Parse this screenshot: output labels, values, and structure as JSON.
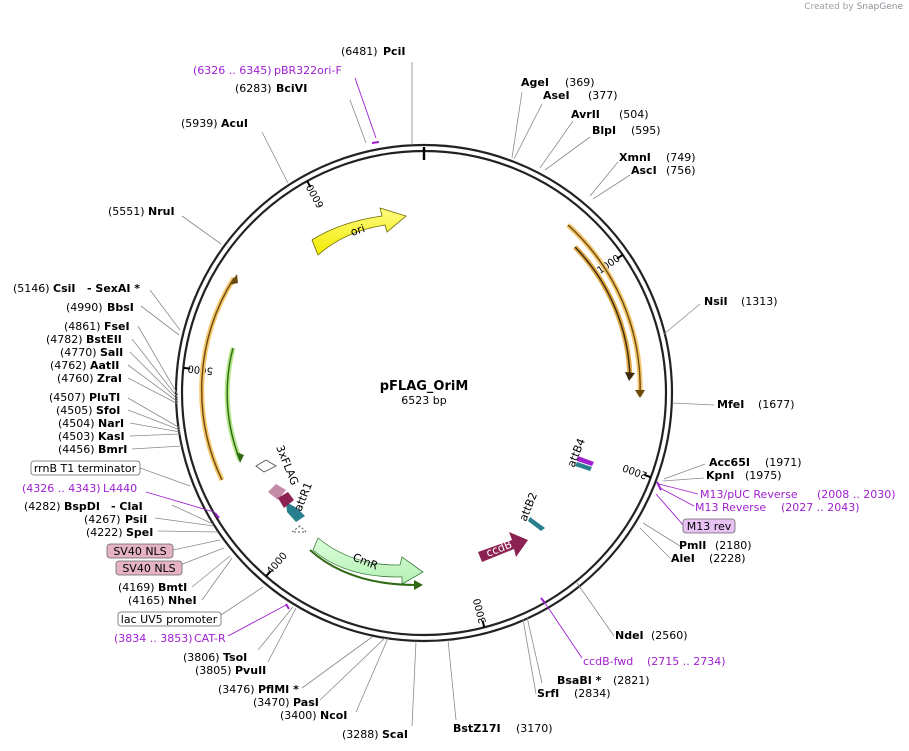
{
  "credit": {
    "prefix": "Created by",
    "brand": "SnapGene"
  },
  "plasmid": {
    "name": "pFLAG_OriM",
    "size_label": "6523 bp",
    "length": 6523
  },
  "ring_ticks": [
    {
      "label": "1000",
      "bp": 1000
    },
    {
      "label": "2000",
      "bp": 2000
    },
    {
      "label": "3000",
      "bp": 3000
    },
    {
      "label": "4000",
      "bp": 4000
    },
    {
      "label": "5000",
      "bp": 5000
    },
    {
      "label": "6000",
      "bp": 6000
    }
  ],
  "features": [
    {
      "name": "ori",
      "type": "arrow",
      "color": "#ffff00",
      "text_color": "#000000"
    },
    {
      "name": "CmR",
      "type": "arrow",
      "color": "#c6f5c6",
      "text_color": "#000000"
    },
    {
      "name": "ccdB",
      "type": "arrow",
      "color": "#8b2252",
      "text_color": "#ffffff"
    },
    {
      "name": "attR1",
      "type": "site",
      "color": "#2a7f8f"
    },
    {
      "name": "3xFLAG",
      "type": "site",
      "color": "#8b2252"
    },
    {
      "name": "attB4",
      "type": "site",
      "color": "#2a7f8f"
    },
    {
      "name": "attB2",
      "type": "site",
      "color": "#2a7f8f"
    }
  ],
  "boxed_labels": [
    {
      "text": "rrnB T1 terminator",
      "fill": "#ffffff"
    },
    {
      "text": "SV40 NLS",
      "fill": "#e6b3c6"
    },
    {
      "text": "SV40 NLS",
      "fill": "#e6b3c6"
    },
    {
      "text": "lac UV5 promoter",
      "fill": "#ffffff"
    },
    {
      "text": "M13 rev",
      "fill": "#e9c2f5"
    }
  ],
  "primers": [
    {
      "range": "(6326 .. 6345)",
      "name": "pBR322ori-F"
    },
    {
      "range": "(4326 .. 4343)",
      "name": "L4440"
    },
    {
      "range": "(3834 .. 3853)",
      "name": "CAT-R"
    },
    {
      "range": "(2715 .. 2734)",
      "name": "ccdB-fwd"
    },
    {
      "range": "(2008 .. 2030)",
      "name": "M13/pUC Reverse"
    },
    {
      "range": "(2027 .. 2043)",
      "name": "M13 Reverse"
    }
  ],
  "sites": [
    {
      "name": "PciI",
      "pos": "(6481)"
    },
    {
      "name": "BciVI",
      "pos": "(6283)"
    },
    {
      "name": "AcuI",
      "pos": "(5939)"
    },
    {
      "name": "NruI",
      "pos": "(5551)"
    },
    {
      "name": "CsiI",
      "pos": "(5146)"
    },
    {
      "name": "- SexAI *",
      "pos": ""
    },
    {
      "name": "BbsI",
      "pos": "(4990)"
    },
    {
      "name": "FseI",
      "pos": "(4861)"
    },
    {
      "name": "BstEII",
      "pos": "(4782)"
    },
    {
      "name": "SalI",
      "pos": "(4770)"
    },
    {
      "name": "AatII",
      "pos": "(4762)"
    },
    {
      "name": "ZraI",
      "pos": "(4760)"
    },
    {
      "name": "PluTI",
      "pos": "(4507)"
    },
    {
      "name": "SfoI",
      "pos": "(4505)"
    },
    {
      "name": "NarI",
      "pos": "(4504)"
    },
    {
      "name": "KasI",
      "pos": "(4503)"
    },
    {
      "name": "BmrI",
      "pos": "(4456)"
    },
    {
      "name": "BspDI",
      "pos": "(4282)"
    },
    {
      "name": "- ClaI",
      "pos": ""
    },
    {
      "name": "PsiI",
      "pos": "(4267)"
    },
    {
      "name": "SpeI",
      "pos": "(4222)"
    },
    {
      "name": "BmtI",
      "pos": "(4169)"
    },
    {
      "name": "NheI",
      "pos": "(4165)"
    },
    {
      "name": "TsoI",
      "pos": "(3806)"
    },
    {
      "name": "PvuII",
      "pos": "(3805)"
    },
    {
      "name": "PflMI *",
      "pos": "(3476)"
    },
    {
      "name": "PasI",
      "pos": "(3470)"
    },
    {
      "name": "NcoI",
      "pos": "(3400)"
    },
    {
      "name": "ScaI",
      "pos": "(3288)"
    },
    {
      "name": "BstZ17I",
      "pos": "(3170)"
    },
    {
      "name": "SrfI",
      "pos": "(2834)"
    },
    {
      "name": "BsaBI *",
      "pos": "(2821)"
    },
    {
      "name": "NdeI",
      "pos": "(2560)"
    },
    {
      "name": "AleI",
      "pos": "(2228)"
    },
    {
      "name": "PmlI",
      "pos": "(2180)"
    },
    {
      "name": "KpnI",
      "pos": "(1975)"
    },
    {
      "name": "Acc65I",
      "pos": "(1971)"
    },
    {
      "name": "MfeI",
      "pos": "(1677)"
    },
    {
      "name": "NsiI",
      "pos": "(1313)"
    },
    {
      "name": "AscI",
      "pos": "(756)"
    },
    {
      "name": "XmnI",
      "pos": "(749)"
    },
    {
      "name": "BlpI",
      "pos": "(595)"
    },
    {
      "name": "AvrII",
      "pos": "(504)"
    },
    {
      "name": "AseI",
      "pos": "(377)"
    },
    {
      "name": "AgeI",
      "pos": "(369)"
    }
  ]
}
